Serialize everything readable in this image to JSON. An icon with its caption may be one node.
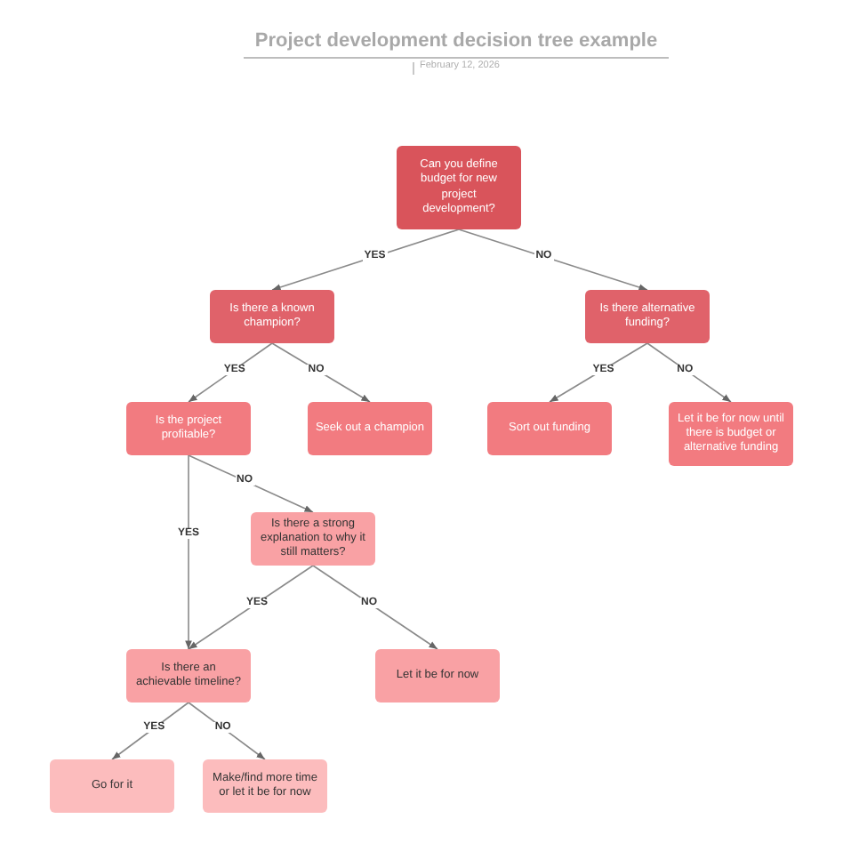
{
  "diagram": {
    "title": "Project development decision tree example",
    "nodes": [
      {
        "text": [
          "Can you define budget for new project development?"
        ]
      },
      {
        "text": [
          "Is there a known champion?"
        ]
      },
      {
        "text": [
          "Is there alternative funding?"
        ]
      },
      {
        "text": [
          "Is the project profitable?"
        ]
      },
      {
        "text": [
          "Seek out a champion"
        ]
      },
      {
        "text": [
          "Sort out funding"
        ]
      },
      {
        "text": [
          "Let it be for now until there is budget or alternative funding"
        ]
      },
      {
        "text": [
          "Is there a strong explanation to why it still matters?"
        ]
      },
      {
        "text": [
          "Is there an achievable timeline?"
        ]
      },
      {
        "text": [
          "Let it be for now"
        ]
      },
      {
        "text": [
          "Go for it"
        ]
      },
      {
        "text": [
          "Make/find more time or let it be for now"
        ]
      }
    ],
    "edges": [
      {
        "from": 0,
        "to": 1,
        "arrow": "to",
        "label": "YES"
      },
      {
        "from": 0,
        "to": 2,
        "arrow": "to",
        "label": "NO"
      },
      {
        "from": 1,
        "to": 3,
        "arrow": "to",
        "label": "YES"
      },
      {
        "from": 1,
        "to": 4,
        "arrow": "to",
        "label": "NO"
      },
      {
        "from": 2,
        "to": 5,
        "arrow": "to",
        "label": "YES"
      },
      {
        "from": 2,
        "to": 6,
        "arrow": "to",
        "label": "NO"
      },
      {
        "from": 3,
        "to": 7,
        "arrow": "to",
        "label": "NO"
      },
      {
        "from": 3,
        "to": 8,
        "arrow": "to",
        "label": "YES"
      },
      {
        "from": 7,
        "to": 8,
        "arrow": "to",
        "label": "YES"
      },
      {
        "from": 7,
        "to": 9,
        "arrow": "to",
        "label": "NO"
      },
      {
        "from": 8,
        "to": 10,
        "arrow": "to",
        "label": "YES"
      },
      {
        "from": 8,
        "to": 11,
        "arrow": "to",
        "label": "NO"
      }
    ],
    "labels": [
      "February 12, 2026"
    ]
  }
}
